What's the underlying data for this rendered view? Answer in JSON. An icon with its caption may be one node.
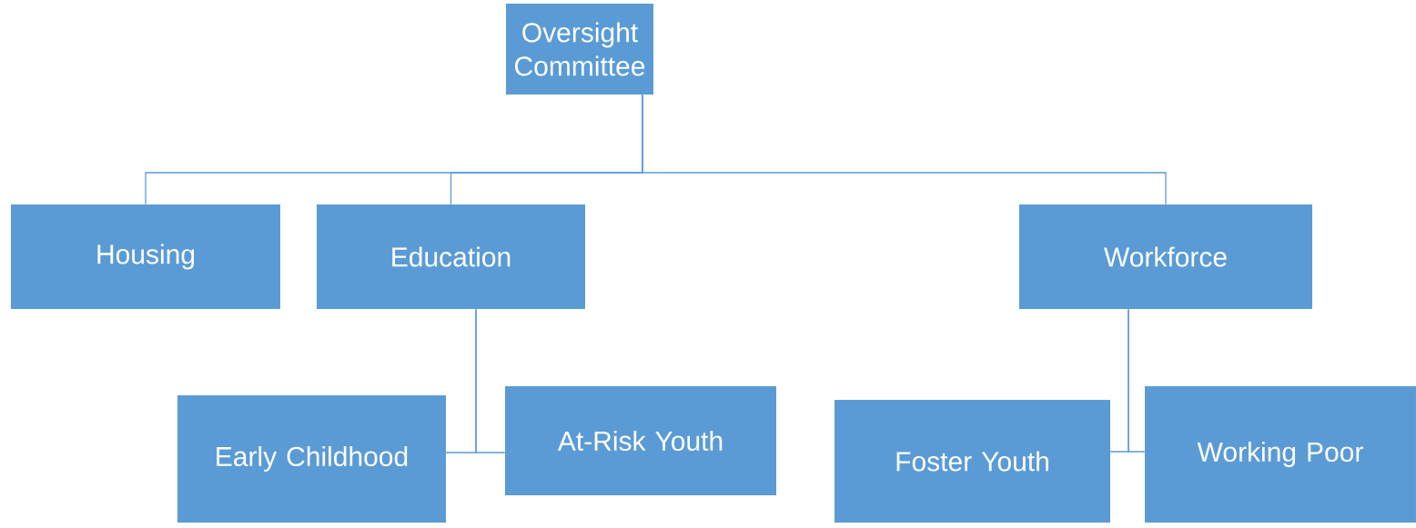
{
  "diagram": {
    "nodes": [
      {
        "text": [
          "Oversight Committee"
        ]
      },
      {
        "text": [
          "Housing"
        ]
      },
      {
        "text": [
          "Education"
        ]
      },
      {
        "text": [
          "Workforce"
        ]
      },
      {
        "text": [
          "Early Childhood"
        ]
      },
      {
        "text": [
          "At-Risk Youth"
        ]
      },
      {
        "text": [
          "Foster Youth"
        ]
      },
      {
        "text": [
          "Working Poor"
        ]
      }
    ],
    "edges": [
      {
        "from": 0,
        "to": 1,
        "arrow": "none"
      },
      {
        "from": 0,
        "to": 2,
        "arrow": "none"
      },
      {
        "from": 0,
        "to": 3,
        "arrow": "none"
      },
      {
        "from": 2,
        "to": 4,
        "arrow": "none"
      },
      {
        "from": 2,
        "to": 5,
        "arrow": "none"
      },
      {
        "from": 3,
        "to": 6,
        "arrow": "none"
      },
      {
        "from": 3,
        "to": 7,
        "arrow": "none"
      }
    ]
  }
}
